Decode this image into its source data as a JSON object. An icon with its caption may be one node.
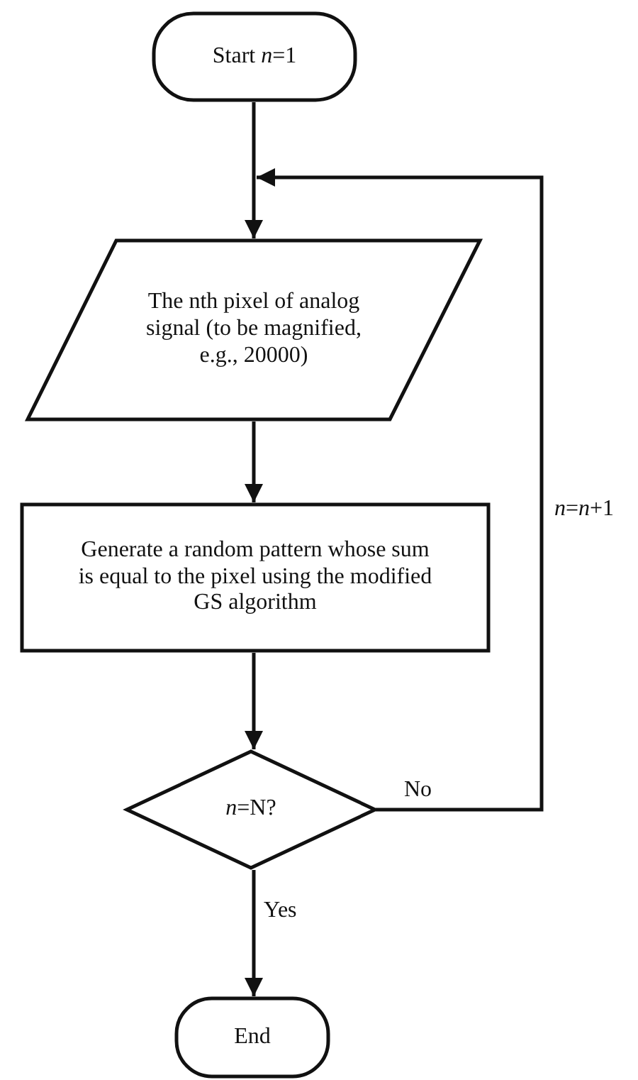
{
  "diagram": {
    "nodes": [
      {
        "text": [
          "Start *n*=1"
        ]
      },
      {
        "text": [
          "The nth pixel of analog signal (to be magnified, e.g., 20000)"
        ]
      },
      {
        "text": [
          "Generate a random pattern whose sum is equal to the pixel using the modified GS algorithm"
        ]
      },
      {
        "text": [
          "*n*=N?"
        ]
      },
      {
        "text": [
          "End"
        ]
      }
    ],
    "edges": [
      {
        "from": 0,
        "to": 1,
        "arrow": "to"
      },
      {
        "from": 1,
        "to": 2,
        "arrow": "to"
      },
      {
        "from": 2,
        "to": 3,
        "arrow": "to"
      },
      {
        "from": 3,
        "to": 4,
        "arrow": "to",
        "label": "Yes"
      },
      {
        "from": 3,
        "to": 1,
        "arrow": "to",
        "label": "No"
      }
    ],
    "labels": [
      "*n*=*n*+1"
    ]
  }
}
